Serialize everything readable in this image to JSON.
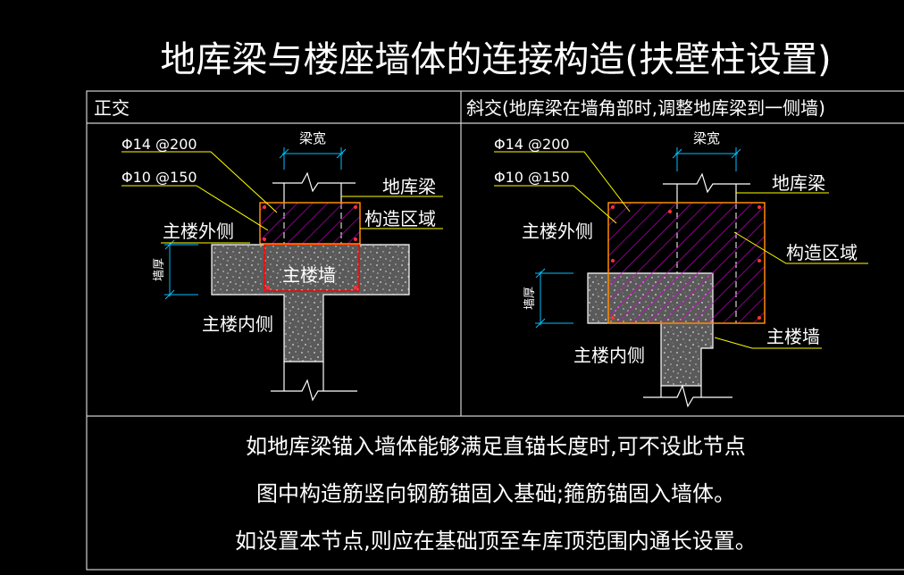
{
  "title": "地库梁与楼座墙体的连接构造(扶壁柱设置)",
  "left_panel": {
    "header": "正交",
    "rebar_a": "Φ14 @200",
    "rebar_b": "Φ10 @150",
    "beam_width": "梁宽",
    "beam_label": "地库梁",
    "zone_label": "构造区域",
    "outer_side": "主楼外侧",
    "inner_side": "主楼内侧",
    "wall_label": "主楼墙",
    "thickness_label": "墙厚"
  },
  "right_panel": {
    "header": "斜交(地库梁在墙角部时,调整地库梁到一侧墙)",
    "rebar_a": "Φ14 @200",
    "rebar_b": "Φ10 @150",
    "beam_width": "梁宽",
    "beam_label": "地库梁",
    "zone_label": "构造区域",
    "outer_side": "主楼外侧",
    "inner_side": "主楼内侧",
    "wall_label": "主楼墙",
    "thickness_label": "墙厚"
  },
  "notes": [
    "如地库梁锚入墙体能够满足直锚长度时,可不设此节点",
    "图中构造筋竖向钢筋锚固入基础;箍筋锚固入墙体。",
    "如设置本节点,则应在基础顶至车库顶范围内通长设置。"
  ],
  "colors": {
    "background": "#000000",
    "text": "#ffffff",
    "leader": "#ffff00",
    "dimension": "#00bfff",
    "zone_outline": "#ff0000",
    "hatch": "#d000d0",
    "concrete": "#7a7a7a"
  }
}
